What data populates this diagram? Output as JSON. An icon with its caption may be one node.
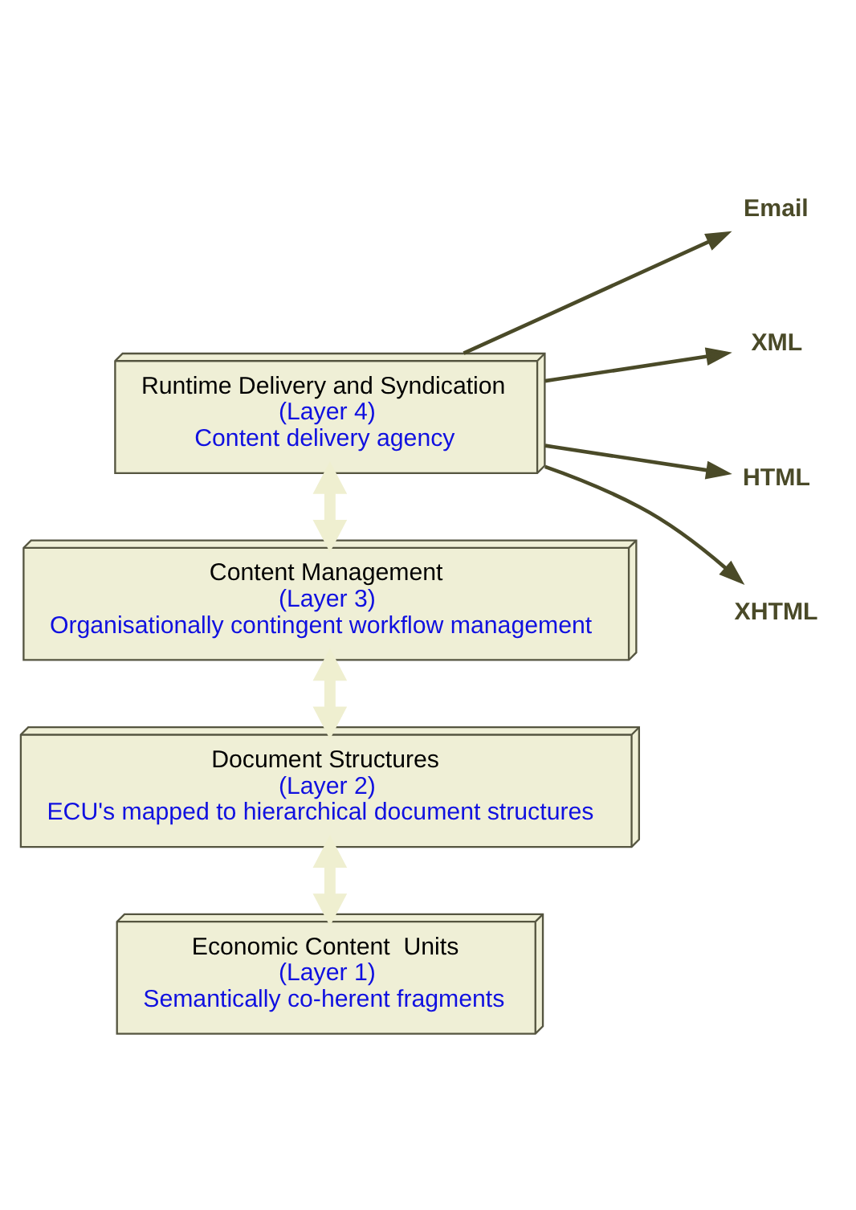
{
  "diagram": {
    "nodes": [
      {
        "text": [
          "Runtime Delivery and Syndication",
          "(Layer 4)",
          "Content delivery agency"
        ]
      },
      {
        "text": [
          "Email"
        ]
      },
      {
        "text": [
          "XML"
        ]
      },
      {
        "text": [
          "HTML"
        ]
      },
      {
        "text": [
          "XHTML"
        ]
      },
      {
        "text": [
          "Content Management",
          "(Layer 3)",
          "Organisationally contingent workflow management"
        ]
      },
      {
        "text": [
          "Document Structures",
          "(Layer 2)",
          "ECU's mapped to hierarchical document structures"
        ]
      },
      {
        "text": [
          "Economic Content  Units",
          "(Layer 1)",
          "Semantically co-herent fragments"
        ]
      }
    ],
    "edges": [
      {
        "from": 0,
        "to": 1,
        "arrow": "to"
      },
      {
        "from": 0,
        "to": 2,
        "arrow": "to"
      },
      {
        "from": 0,
        "to": 3,
        "arrow": "to"
      },
      {
        "from": 0,
        "to": 4,
        "arrow": "to"
      },
      {
        "from": 0,
        "to": 5,
        "arrow": "both",
        "style": "thick",
        "color": "#efefd0"
      },
      {
        "from": 5,
        "to": 6,
        "arrow": "both",
        "style": "thick",
        "color": "#efefd0"
      },
      {
        "from": 6,
        "to": 7,
        "arrow": "both",
        "style": "thick",
        "color": "#efefd0"
      }
    ]
  }
}
